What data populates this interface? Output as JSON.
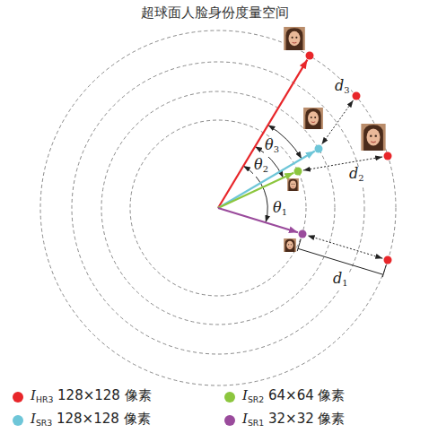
{
  "diagram": {
    "title": "超球面人脸身份度量空间",
    "labels": [
      "θ3",
      "θ2",
      "θ1",
      "d3",
      "d2",
      "d1"
    ],
    "legend": [
      {
        "text": "IHR3 128×128 像素",
        "color": "#e8262a"
      },
      {
        "text": "ISR2 64×64 像素",
        "color": "#8cc63e"
      },
      {
        "text": "ISR3 128×128 像素",
        "color": "#6ec6d8"
      },
      {
        "text": "ISR1 32×32 像素",
        "color": "#9a4b9c"
      }
    ]
  }
}
